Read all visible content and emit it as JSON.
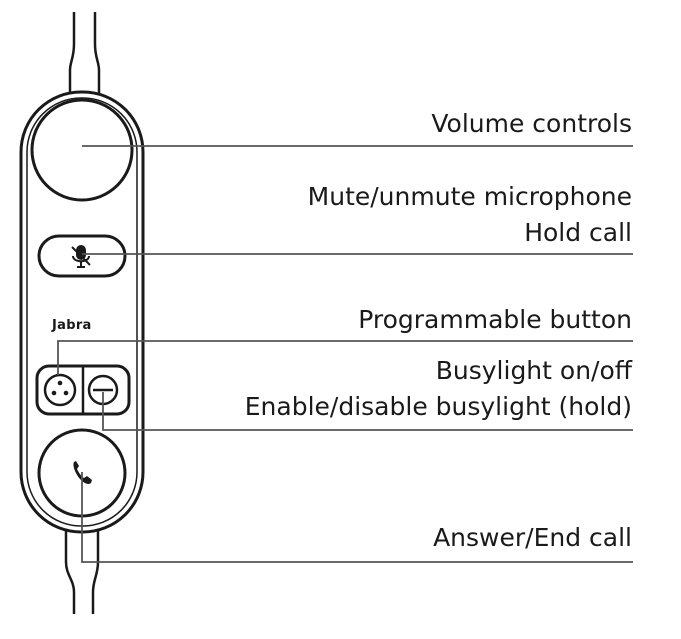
{
  "brand": "Jabra",
  "labels": {
    "volume": "Volume controls",
    "mute": "Mute/unmute microphone",
    "hold": "Hold call",
    "programmable": "Programmable button",
    "busylight": "Busylight on/off",
    "busylight_hold": "Enable/disable busylight (hold)",
    "answer": "Answer/End call"
  },
  "icons": {
    "mute": "mic-mute-icon",
    "programmable": "programmable-dots-icon",
    "busylight": "busylight-icon",
    "answer": "phone-icon"
  },
  "colors": {
    "stroke": "#1a1a1a",
    "leader": "#555555"
  }
}
